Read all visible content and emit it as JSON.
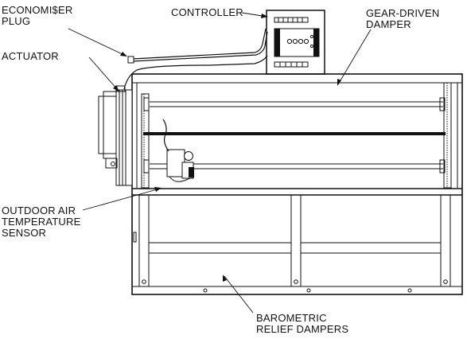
{
  "labels": {
    "economiser_plug": [
      "ECONOMI$ER",
      "PLUG"
    ],
    "controller": "CONTROLLER",
    "gear_driven_damper": [
      "GEAR-DRIVEN",
      "DAMPER"
    ],
    "actuator": "ACTUATOR",
    "outdoor_air_sensor": [
      "OUTDOOR AIR",
      "TEMPERATURE",
      "SENSOR"
    ],
    "barometric_relief_dampers": [
      "BAROMETRIC",
      "RELIEF DAMPERS"
    ]
  }
}
